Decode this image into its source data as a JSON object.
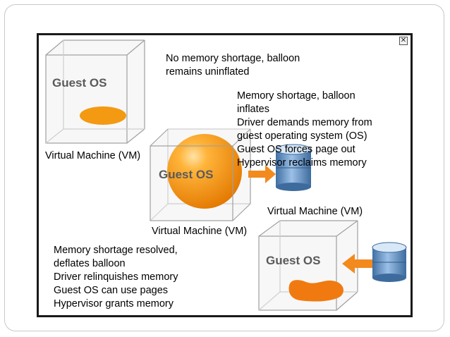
{
  "close_glyph": "✕",
  "guest_os_label": "Guest OS",
  "top_caption": [
    "No memory shortage, balloon",
    "remains uninflated"
  ],
  "middle_caption": [
    "Memory shortage, balloon",
    "inflates",
    "Driver demands memory from",
    "guest operating system (OS)",
    "Guest OS forces page out",
    "Hypervisor reclaims memory"
  ],
  "bottom_caption": [
    "Memory shortage resolved,",
    "deflates balloon",
    "Driver relinquishes memory",
    "Guest OS can use pages",
    "Hypervisor grants memory"
  ],
  "vm_label_left": "Virtual Machine (VM)",
  "vm_label_center": "Virtual Machine (VM)",
  "vm_label_right": "Virtual Machine (VM)",
  "colors": {
    "balloon": "#f39a12",
    "balloon_dark": "#e07d00",
    "arrow": "#f28a1e",
    "disk": "#5b8ec4",
    "cube_edge": "#9a9a9a"
  }
}
